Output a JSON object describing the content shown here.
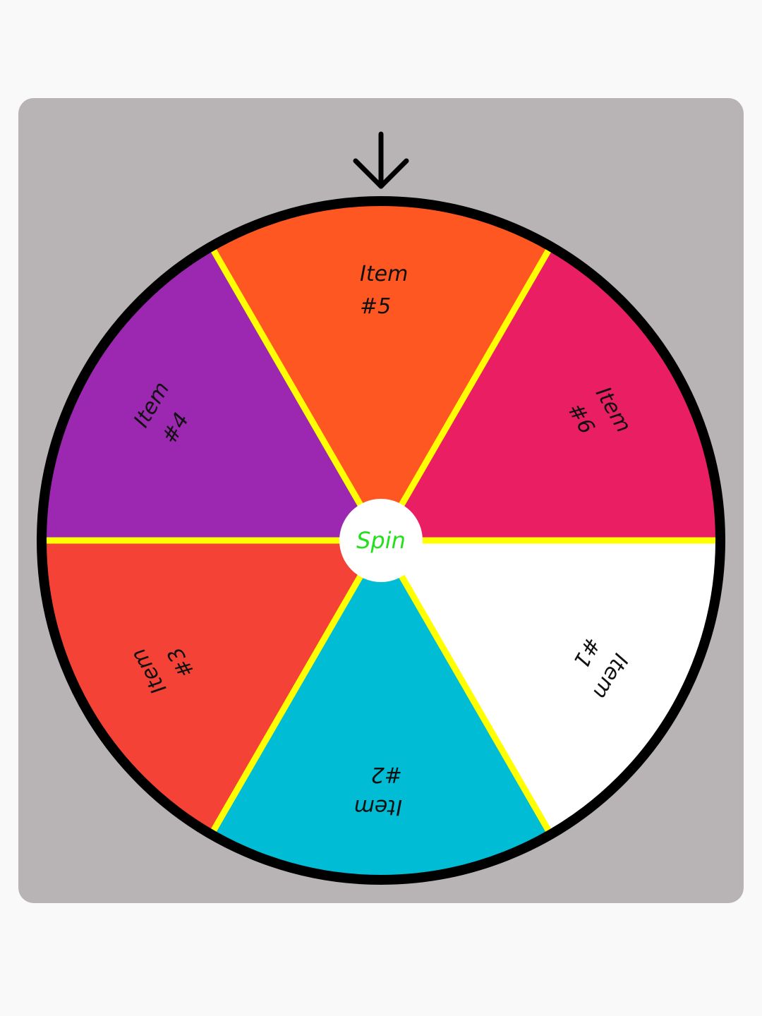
{
  "wheel": {
    "spin_label": "Spin",
    "spin_color": "#22e01c",
    "rim_color": "#000000",
    "divider_color": "#ffff00",
    "pointer_icon": "arrow-down-icon",
    "segments": [
      {
        "line1": "Item",
        "line2": "#5",
        "color": "#ff5722"
      },
      {
        "line1": "Item",
        "line2": "#6",
        "color": "#e91e63"
      },
      {
        "line1": "Item",
        "line2": "#1",
        "color": "#ffffff"
      },
      {
        "line1": "Item",
        "line2": "#2",
        "color": "#00bcd4"
      },
      {
        "line1": "Item",
        "line2": "#3",
        "color": "#f44336"
      },
      {
        "line1": "Item",
        "line2": "#4",
        "color": "#9c27b0"
      }
    ]
  }
}
